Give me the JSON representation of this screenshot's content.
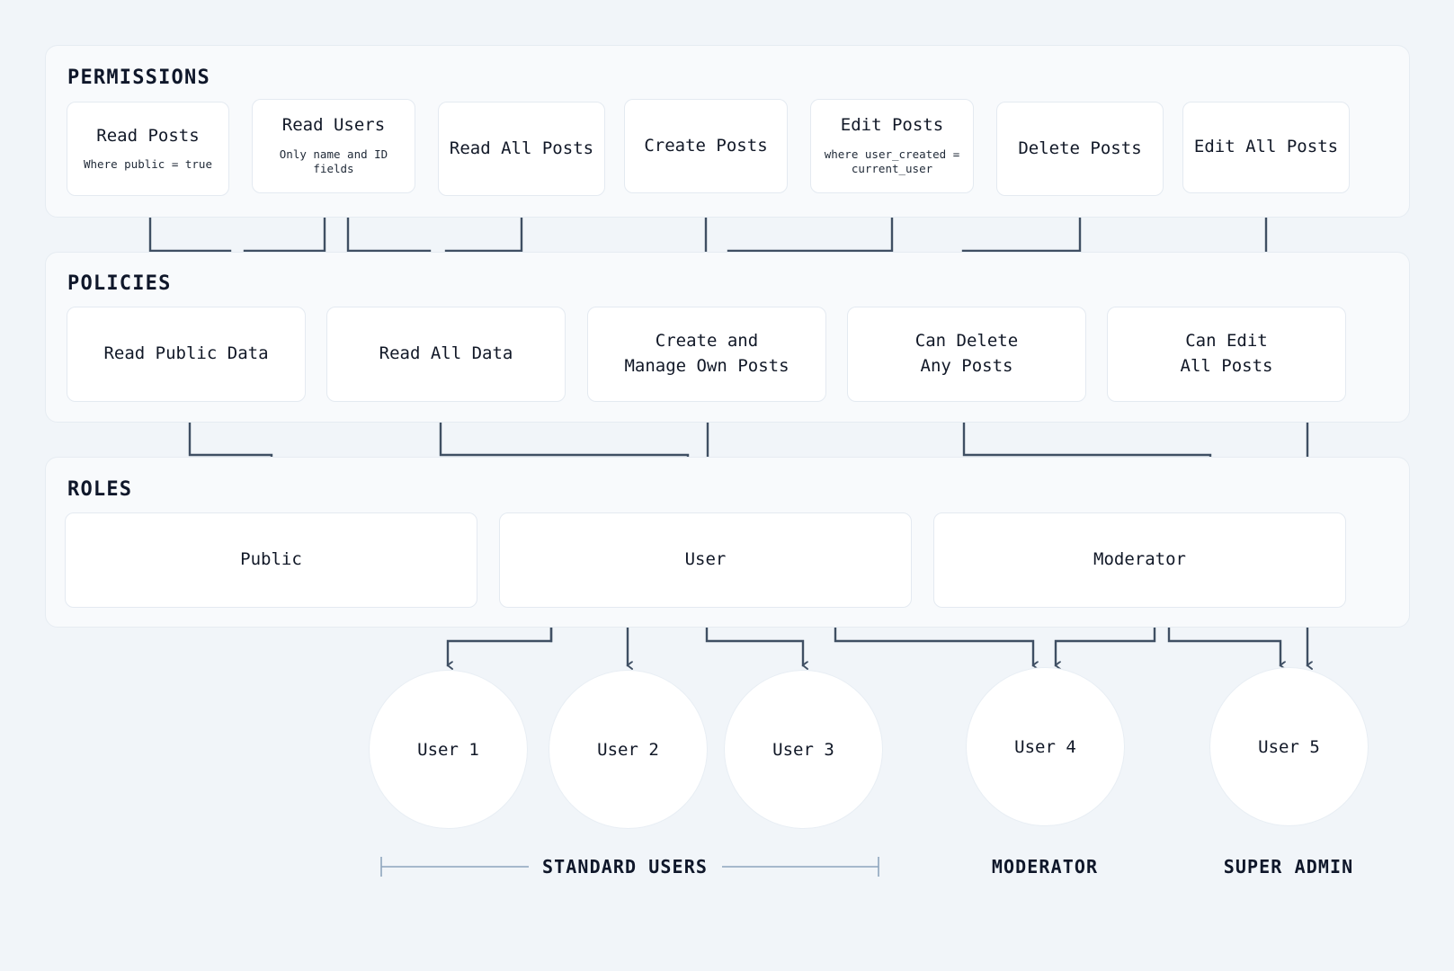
{
  "theme": {
    "page_bg": "#f1f5f9",
    "panel_bg": "#f8fafc",
    "card_bg": "#ffffff",
    "connector": "#3f4f63",
    "bracket": "#8ea5bd",
    "text": "#111827"
  },
  "sections": [
    {
      "id": "permissions",
      "title": "PERMISSIONS"
    },
    {
      "id": "policies",
      "title": "POLICIES"
    },
    {
      "id": "roles",
      "title": "ROLES"
    }
  ],
  "permissions": [
    {
      "title": "Read Posts",
      "sub": "Where public = true"
    },
    {
      "title": "Read Users",
      "sub": "Only name and ID fields"
    },
    {
      "title": "Read All Posts",
      "sub": ""
    },
    {
      "title": "Create Posts",
      "sub": ""
    },
    {
      "title": "Edit Posts",
      "sub": "where user_created =\ncurrent_user"
    },
    {
      "title": "Delete Posts",
      "sub": ""
    },
    {
      "title": "Edit All Posts",
      "sub": ""
    }
  ],
  "policies": [
    {
      "title": "Read Public Data"
    },
    {
      "title": "Read All Data"
    },
    {
      "title": "Create and\nManage Own Posts"
    },
    {
      "title": "Can Delete\nAny Posts"
    },
    {
      "title": "Can Edit\nAll Posts"
    }
  ],
  "roles": [
    {
      "title": "Public"
    },
    {
      "title": "User"
    },
    {
      "title": "Moderator"
    }
  ],
  "users": [
    {
      "label": "User 1"
    },
    {
      "label": "User 2"
    },
    {
      "label": "User 3"
    },
    {
      "label": "User 4"
    },
    {
      "label": "User 5"
    }
  ],
  "group_labels": [
    {
      "label": "STANDARD USERS",
      "bracket": true
    },
    {
      "label": "MODERATOR",
      "bracket": false
    },
    {
      "label": "SUPER ADMIN",
      "bracket": false
    }
  ],
  "edges": {
    "permissions_to_policies": [
      {
        "from": "Read Posts",
        "to": "Read Public Data"
      },
      {
        "from": "Read Users",
        "to": "Read Public Data"
      },
      {
        "from": "Read Users",
        "to": "Read All Data"
      },
      {
        "from": "Read All Posts",
        "to": "Read All Data"
      },
      {
        "from": "Create Posts",
        "to": "Create and Manage Own Posts"
      },
      {
        "from": "Edit Posts",
        "to": "Create and Manage Own Posts"
      },
      {
        "from": "Delete Posts",
        "to": "Can Delete Any Posts"
      },
      {
        "from": "Edit All Posts",
        "to": "Can Edit All Posts"
      }
    ],
    "policies_to_roles": [
      {
        "from": "Read Public Data",
        "to": "Public"
      },
      {
        "from": "Read All Data",
        "to": "User"
      },
      {
        "from": "Create and Manage Own Posts",
        "to": "User"
      },
      {
        "from": "Can Delete Any Posts",
        "to": "Moderator"
      },
      {
        "from": "Can Edit All Posts",
        "to": "User 5"
      }
    ],
    "roles_to_users": [
      {
        "from": "Public",
        "to": "User 1"
      },
      {
        "from": "User",
        "to": "User 1"
      },
      {
        "from": "User",
        "to": "User 2"
      },
      {
        "from": "User",
        "to": "User 3"
      },
      {
        "from": "User",
        "to": "User 4"
      },
      {
        "from": "Moderator",
        "to": "User 4"
      },
      {
        "from": "Moderator",
        "to": "User 5"
      }
    ]
  }
}
